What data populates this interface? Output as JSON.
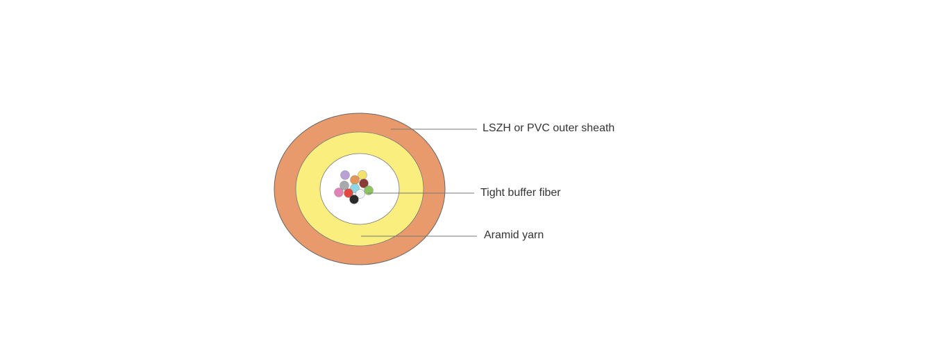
{
  "labels": {
    "outer_sheath": "LSZH or PVC outer sheath",
    "tight_buffer": "Tight buffer fiber",
    "aramid": "Aramid yarn"
  },
  "colors": {
    "outer_sheath": "#e89a6c",
    "aramid": "#faee7e",
    "core": "#ffffff",
    "outline": "#666666"
  },
  "fibers": [
    "#b9a0d6",
    "#f4e16a",
    "#e29758",
    "#a9a9ad",
    "#8c3a36",
    "#8ed8e8",
    "#e084b8",
    "#e24a40",
    "#f2f6f8",
    "#8cc460",
    "#2a2a2a"
  ]
}
